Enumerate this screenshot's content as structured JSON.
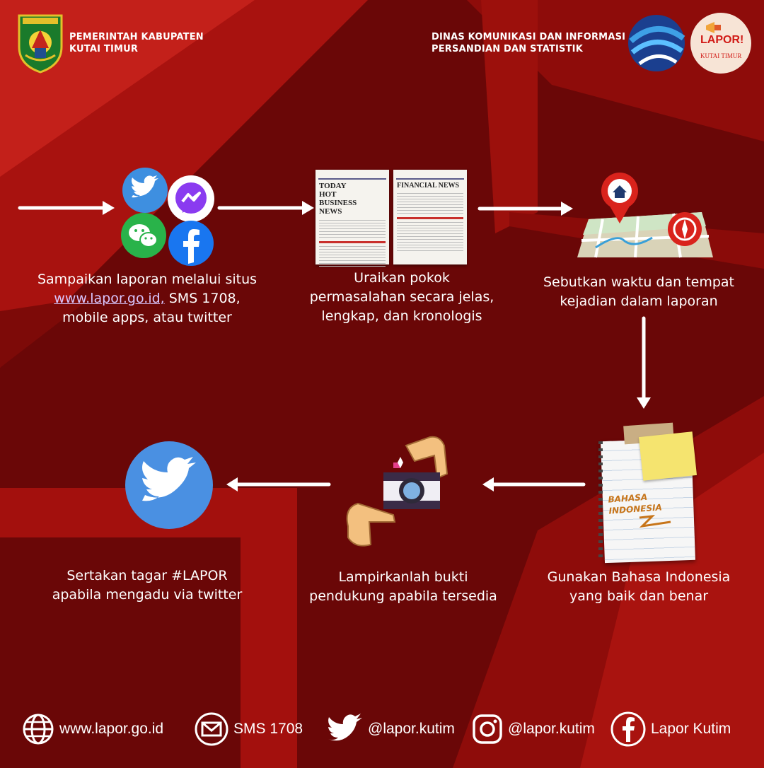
{
  "header": {
    "left_title_line1": "PEMERINTAH KABUPATEN",
    "left_title_line2": "KUTAI TIMUR",
    "right_title_line1": "DINAS KOMUNIKASI DAN INFORMASI",
    "right_title_line2": "PERSANDIAN DAN STATISTIK",
    "lapor_logo_text": "LAPOR!",
    "lapor_logo_subtext": "KUTAI TIMUR"
  },
  "steps": [
    {
      "icon": "social-media-icons",
      "line1": "Sampaikan laporan melalui situs",
      "link": "www.lapor.go.id,",
      "line2_rest": " SMS 1708,",
      "line3": "mobile apps, atau twitter"
    },
    {
      "icon": "newspaper-icon",
      "line1": "Uraikan pokok",
      "line2": "permasalahan secara jelas,",
      "line3": "lengkap, dan kronologis",
      "news_left_title": "TODAY HOT BUSINESS NEWS",
      "news_right_title": "FINANCIAL NEWS"
    },
    {
      "icon": "map-location-icon",
      "line1": "Sebutkan waktu dan tempat",
      "line2": "kejadian dalam laporan"
    },
    {
      "icon": "notepad-icon",
      "line1": "Gunakan Bahasa Indonesia",
      "line2": "yang baik dan benar",
      "notepad_text_1": "BAHASA",
      "notepad_text_2": "INDONESIA"
    },
    {
      "icon": "camera-hands-icon",
      "line1": "Lampirkanlah bukti",
      "line2": "pendukung apabila tersedia"
    },
    {
      "icon": "twitter-icon",
      "line1": "Sertakan tagar #LAPOR",
      "line2": "apabila mengadu via twitter"
    }
  ],
  "footer": [
    {
      "icon": "globe-icon",
      "label": "www.lapor.go.id"
    },
    {
      "icon": "envelope-icon",
      "label": "SMS 1708"
    },
    {
      "icon": "twitter-icon",
      "label": "@lapor.kutim"
    },
    {
      "icon": "instagram-icon",
      "label": "@lapor.kutim"
    },
    {
      "icon": "facebook-icon",
      "label": "Lapor Kutim"
    }
  ],
  "colors": {
    "background": "#6a0707",
    "accent_red": "#b01010",
    "twitter_blue": "#4a90e2",
    "text": "#ffffff"
  }
}
